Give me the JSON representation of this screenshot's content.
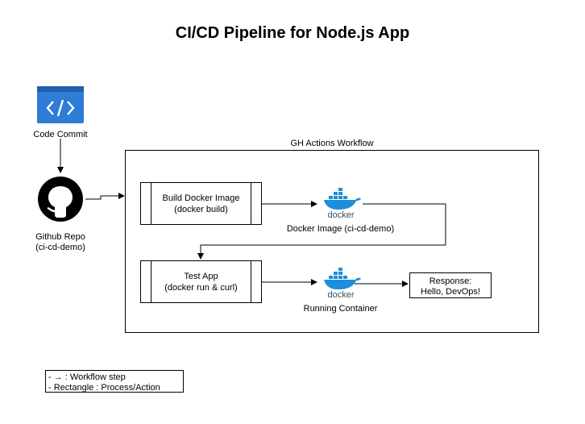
{
  "title": "CI/CD Pipeline for Node.js App",
  "code_commit": {
    "label": "Code Commit",
    "icon": "code-icon"
  },
  "github": {
    "label_line1": "Github Repo",
    "label_line2": "(ci-cd-demo)",
    "icon": "github-icon"
  },
  "workflow": {
    "label": "GH Actions Workflow"
  },
  "build_step": {
    "line1": "Build Docker Image",
    "line2": "(docker build)"
  },
  "docker_image": {
    "logo_text": "docker",
    "label": "Docker Image (ci-cd-demo)"
  },
  "test_step": {
    "line1": "Test App",
    "line2": "(docker run & curl)"
  },
  "running_container": {
    "logo_text": "docker",
    "label": "Running Container"
  },
  "response": {
    "line1": "Response:",
    "line2": "Hello, DevOps!"
  },
  "legend": {
    "line1": "- → : Workflow step",
    "line2": "- Rectangle : Process/Action"
  },
  "colors": {
    "code_icon_blue": "#2f7bd8",
    "code_icon_top": "#1f5fb0",
    "docker_blue": "#1d8ed8",
    "docker_text": "#384d54"
  }
}
